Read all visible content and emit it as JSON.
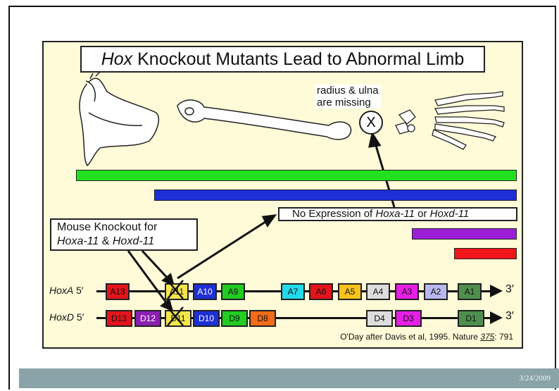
{
  "title": {
    "italic": "Hox",
    "rest": " Knockout Mutants Lead to Abnormal Limb"
  },
  "annotation": {
    "line1": "radius & ulna",
    "line2": "are missing",
    "symbol": "X"
  },
  "no_expression": {
    "prefix": "No Expression of ",
    "gene1": "Hoxa-11",
    "mid": " or ",
    "gene2": "Hoxd-11"
  },
  "knockout": {
    "line1": "Mouse Knockout for",
    "gene1": "Hoxa-11",
    "mid": " & ",
    "gene2": "Hoxd-11"
  },
  "rows": [
    {
      "label_italic": "HoxA",
      "label_suffix": " 5′",
      "end_label": "3′",
      "genes": [
        {
          "label": "A13",
          "color": "#e3141b"
        },
        {
          "label": "A11",
          "color": "#f4e64a"
        },
        {
          "label": "A10",
          "color": "#1d2fd6"
        },
        {
          "label": "A9",
          "color": "#22cc22"
        },
        {
          "label": "A7",
          "color": "#23d9ea"
        },
        {
          "label": "A6",
          "color": "#e3141b"
        },
        {
          "label": "A5",
          "color": "#f7c21c"
        },
        {
          "label": "A4",
          "color": "#dddddd"
        },
        {
          "label": "A3",
          "color": "#e51fe5"
        },
        {
          "label": "A2",
          "color": "#b9b7ee"
        },
        {
          "label": "A1",
          "color": "#4f8f4d"
        }
      ]
    },
    {
      "label_italic": "HoxD",
      "label_suffix": " 5′",
      "end_label": "3′",
      "genes": [
        {
          "label": "D13",
          "color": "#e3141b"
        },
        {
          "label": "D12",
          "color": "#8a1fb0"
        },
        {
          "label": "D11",
          "color": "#f4e64a"
        },
        {
          "label": "D10",
          "color": "#1d2fd6"
        },
        {
          "label": "D9",
          "color": "#22cc22"
        },
        {
          "label": "D8",
          "color": "#f26b18"
        },
        {
          "label": "D4",
          "color": "#dddddd"
        },
        {
          "label": "D3",
          "color": "#e51fe5"
        },
        {
          "label": "D1",
          "color": "#4f8f4d"
        }
      ]
    }
  ],
  "expression_bars": [
    {
      "color": "#22e01f"
    },
    {
      "color": "#1d2fd6"
    },
    {
      "color": "#9a1fd6"
    },
    {
      "color": "#f0141b"
    }
  ],
  "citation": {
    "prefix": "O'Day after Davis et al, 1995. Nature ",
    "volume": "375",
    "suffix": ": 791"
  },
  "footer": {
    "date": "3/24/2009"
  }
}
